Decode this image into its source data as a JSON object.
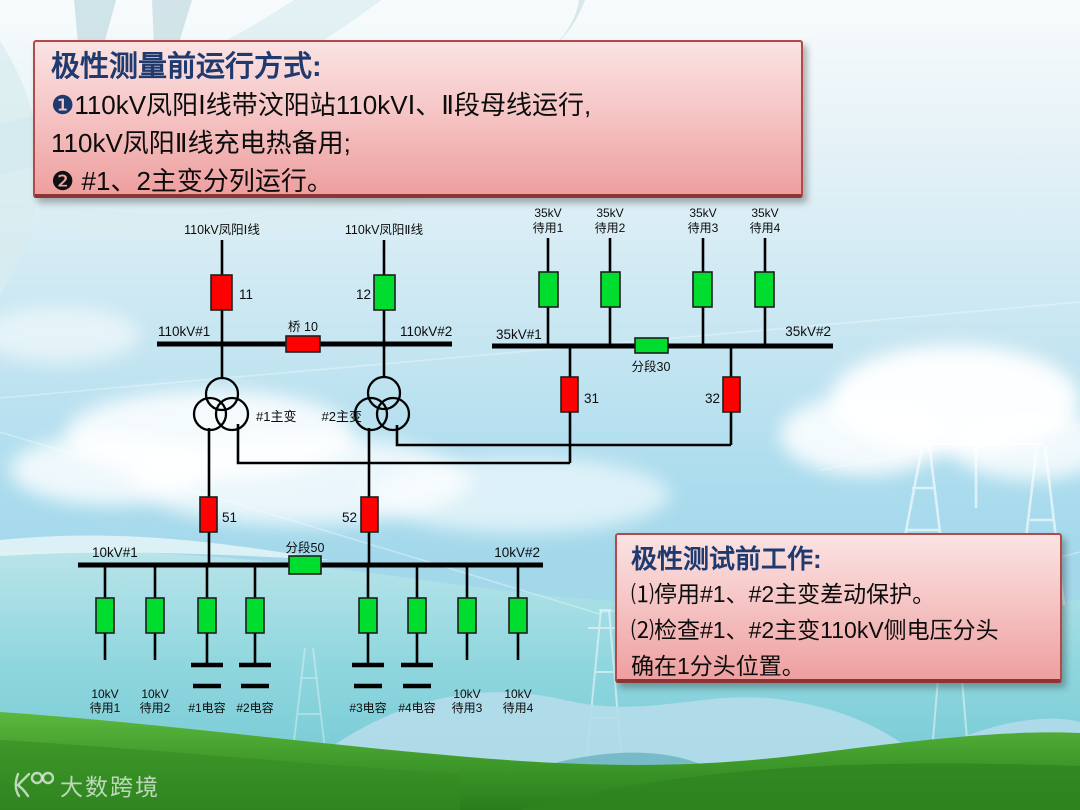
{
  "boxes": {
    "operation": {
      "title": "极性测量前运行方式:",
      "lines": [
        {
          "marker": "❶",
          "text": "110kV凤阳Ⅰ线带汶阳站110kVⅠ、Ⅱ段母线运行,"
        },
        {
          "marker": "",
          "text": "110kV凤阳Ⅱ线充电热备用;"
        },
        {
          "marker": "❷",
          "text": " #1、2主变分列运行。"
        }
      ]
    },
    "pretest": {
      "title": "极性测试前工作:",
      "lines": [
        "⑴停用#1、#2主变差动保护。",
        "⑵检查#1、#2主变110kV侧电压分头",
        "确在1分头位置。"
      ]
    }
  },
  "diagram": {
    "colors": {
      "closed": "#fd0000",
      "open": "#00dd2e",
      "line": "#000000",
      "title_blue": "#1e3a6e"
    },
    "labels": {
      "line1": "110kV凤阳Ⅰ线",
      "line2": "110kV凤阳Ⅱ线",
      "bus110_1": "110kV#1",
      "bus110_2": "110kV#2",
      "bridge": "桥 10",
      "cb11": "11",
      "cb12": "12",
      "t1": "#1主变",
      "t2": "#2主变",
      "bus35_1": "35kV#1",
      "bus35_2": "35kV#2",
      "sec30": "分段30",
      "cb31": "31",
      "cb32": "32",
      "cb51": "51",
      "cb52": "52",
      "bus10_1": "10kV#1",
      "bus10_2": "10kV#2",
      "sec50": "分段50"
    },
    "feeders35": [
      {
        "v": "35kV",
        "n": "待用1"
      },
      {
        "v": "35kV",
        "n": "待用2"
      },
      {
        "v": "35kV",
        "n": "待用3"
      },
      {
        "v": "35kV",
        "n": "待用4"
      }
    ],
    "feeders10": [
      {
        "v": "10kV",
        "n": "待用1"
      },
      {
        "v": "10kV",
        "n": "待用2"
      },
      {
        "n": "#1电容"
      },
      {
        "n": "#2电容"
      },
      {
        "n": "#3电容"
      },
      {
        "n": "#4电容"
      },
      {
        "v": "10kV",
        "n": "待用3"
      },
      {
        "v": "10kV",
        "n": "待用4"
      }
    ],
    "breakers": {
      "cb11": "closed",
      "cb12": "open",
      "bridge10": "closed",
      "s35_1": "open",
      "s35_2": "open",
      "s35_3": "open",
      "s35_4": "open",
      "sec30": "open",
      "cb31": "closed",
      "cb32": "closed",
      "cb51": "closed",
      "cb52": "closed",
      "sec50": "open",
      "f10_1": "open",
      "f10_2": "open",
      "f10_3": "open",
      "f10_4": "open",
      "f10_5": "open",
      "f10_6": "open",
      "f10_7": "open",
      "f10_8": "open"
    }
  },
  "watermark": {
    "text": "大数跨境"
  }
}
